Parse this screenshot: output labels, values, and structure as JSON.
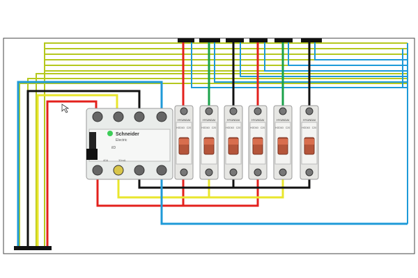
{
  "rccb": {
    "brand": "Schneider",
    "brand_sub": "Electric",
    "model": "iID",
    "rating_label": "40A",
    "sensitivity_label": "30mA"
  },
  "breakers": [
    {
      "brand": "HYUNDAI",
      "model": "HGD63",
      "rating": "C20"
    },
    {
      "brand": "HYUNDAI",
      "model": "HGD63",
      "rating": "C20"
    },
    {
      "brand": "HYUNDAI",
      "model": "HGD63",
      "rating": "C20"
    },
    {
      "brand": "HYUNDAI",
      "model": "HGD63",
      "rating": "C20"
    },
    {
      "brand": "HYUNDAI",
      "model": "HGD63",
      "rating": "C20"
    },
    {
      "brand": "HYUNDAI",
      "model": "HGD63",
      "rating": "C20"
    }
  ],
  "wire_colors": {
    "blue": "#1e9ad8",
    "black": "#111111",
    "red": "#e3211c",
    "yellow": "#e9e62c",
    "green": "#1ba24a",
    "olive": "#b5c81e"
  }
}
